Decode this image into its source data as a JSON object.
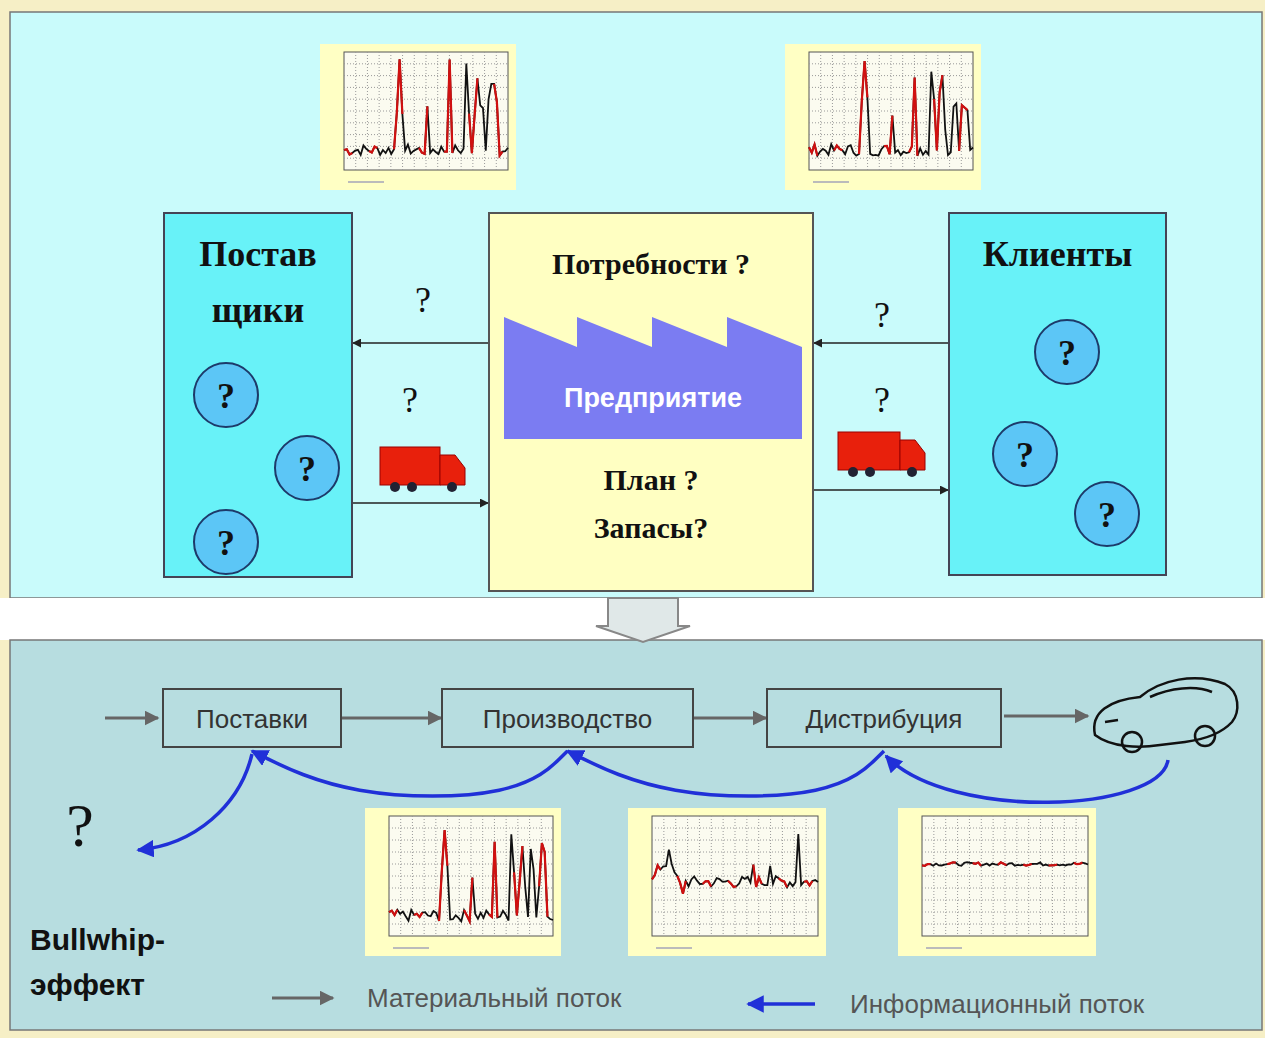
{
  "diagram": {
    "nodes": [
      {
        "text": [
          "Постав щики"
        ]
      },
      {
        "text": [
          "?"
        ],
        "in": 0
      },
      {
        "text": [
          "?"
        ],
        "in": 0
      },
      {
        "text": [
          "?"
        ],
        "in": 0
      },
      {
        "text": [
          "Потребности ?",
          "План ? Запасы?"
        ]
      },
      {
        "text": [
          "Предприятие"
        ],
        "in": 4
      },
      {
        "text": [
          "Клиенты"
        ]
      },
      {
        "text": [
          "?"
        ],
        "in": 6
      },
      {
        "text": [
          "?"
        ],
        "in": 6
      },
      {
        "text": [
          "?"
        ],
        "in": 6
      },
      {
        "text": [
          "Поставки"
        ]
      },
      {
        "text": [
          "Производство"
        ]
      },
      {
        "text": [
          "Дистрибуция"
        ]
      }
    ],
    "edges": [
      {
        "from": 4,
        "to": 0,
        "label": "?",
        "arrow": "to"
      },
      {
        "from": 0,
        "to": 4,
        "label": "?",
        "arrow": "to"
      },
      {
        "from": 6,
        "to": 4,
        "label": "?",
        "arrow": "to"
      },
      {
        "from": 4,
        "to": 6,
        "label": "?",
        "arrow": "to"
      },
      {
        "from": 10,
        "to": 11,
        "arrow": "to"
      },
      {
        "from": 11,
        "to": 12,
        "arrow": "to"
      },
      {
        "from": 12,
        "to": 11,
        "arrow": "to"
      },
      {
        "from": 11,
        "to": 10,
        "arrow": "to"
      }
    ],
    "labels": [
      "?",
      "Bullwhip- эффект"
    ],
    "legend": [
      {
        "text": "Материальный поток"
      },
      {
        "text": "Информационный поток"
      }
    ]
  }
}
